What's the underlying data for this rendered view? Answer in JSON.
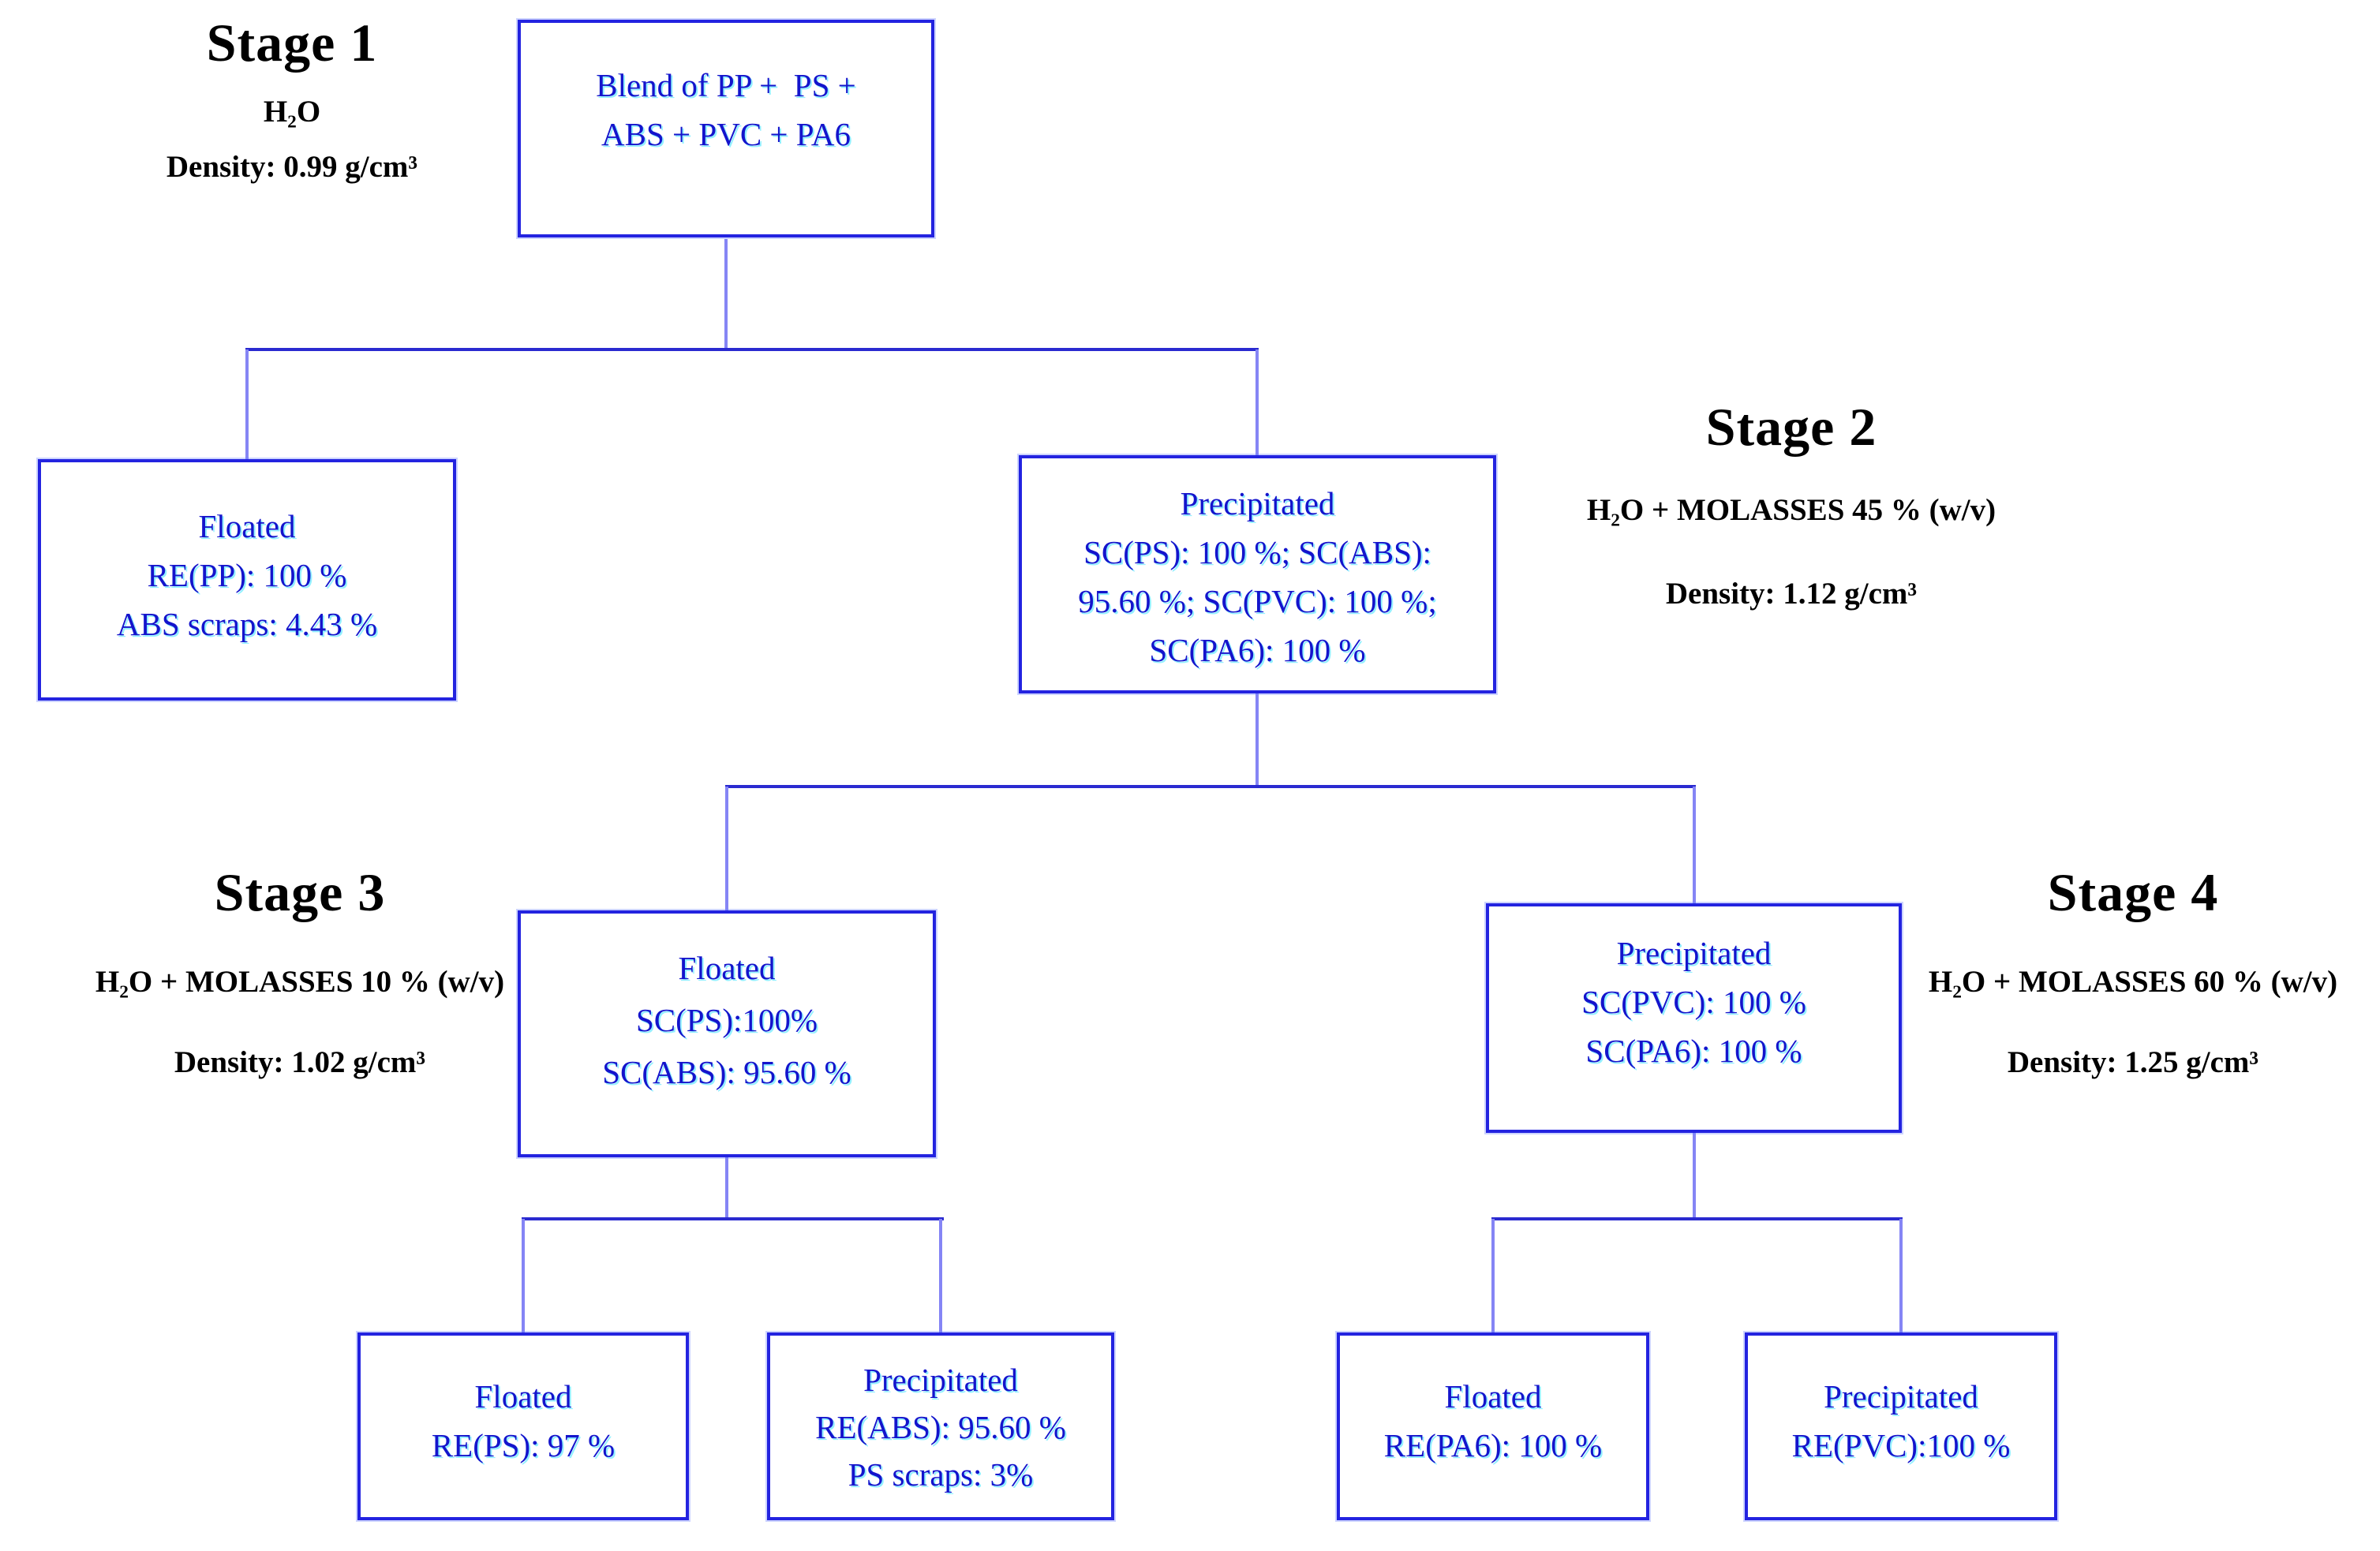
{
  "colors": {
    "background": "#ffffff",
    "box_border": "#2323e0",
    "box_text": "#1414cc",
    "stage_text": "#000000",
    "connector_horizontal": "#2a2ad0",
    "connector_vertical": "#8585f5"
  },
  "stages": [
    {
      "title": "Stage 1",
      "medium": "H₂O",
      "density": "Density: 0.99 g/cm³"
    },
    {
      "title": "Stage 2",
      "medium": "H₂O + MOLASSES 45 % (w/v)",
      "density": "Density: 1.12 g/cm³"
    },
    {
      "title": "Stage 3",
      "medium": "H₂O + MOLASSES 10 % (w/v)",
      "density": "Density: 1.02 g/cm³"
    },
    {
      "title": "Stage 4",
      "medium": "H₂O + MOLASSES 60 % (w/v)",
      "density": "Density: 1.25 g/cm³"
    }
  ],
  "nodes": {
    "root": {
      "lines": [
        "Blend of PP +  PS +",
        "ABS + PVC + PA6"
      ]
    },
    "floated1": {
      "lines": [
        "Floated",
        "RE(PP): 100 %",
        "ABS scraps: 4.43 %"
      ]
    },
    "precipitated1": {
      "lines": [
        "Precipitated",
        "SC(PS): 100 %; SC(ABS):",
        "95.60 %; SC(PVC): 100 %;",
        "SC(PA6): 100 %"
      ]
    },
    "floated2": {
      "lines": [
        "Floated",
        "SC(PS):100%",
        "SC(ABS): 95.60 %"
      ]
    },
    "precipitated2": {
      "lines": [
        "Precipitated",
        "SC(PVC): 100 %",
        "SC(PA6): 100 %"
      ]
    },
    "floated3": {
      "lines": [
        "Floated",
        "RE(PS): 97 %"
      ]
    },
    "precipitated3": {
      "lines": [
        "Precipitated",
        "RE(ABS): 95.60 %",
        "PS scraps: 3%"
      ]
    },
    "floated4": {
      "lines": [
        "Floated",
        "RE(PA6): 100 %"
      ]
    },
    "precipitated4": {
      "lines": [
        "Precipitated",
        "RE(PVC):100 %"
      ]
    }
  }
}
